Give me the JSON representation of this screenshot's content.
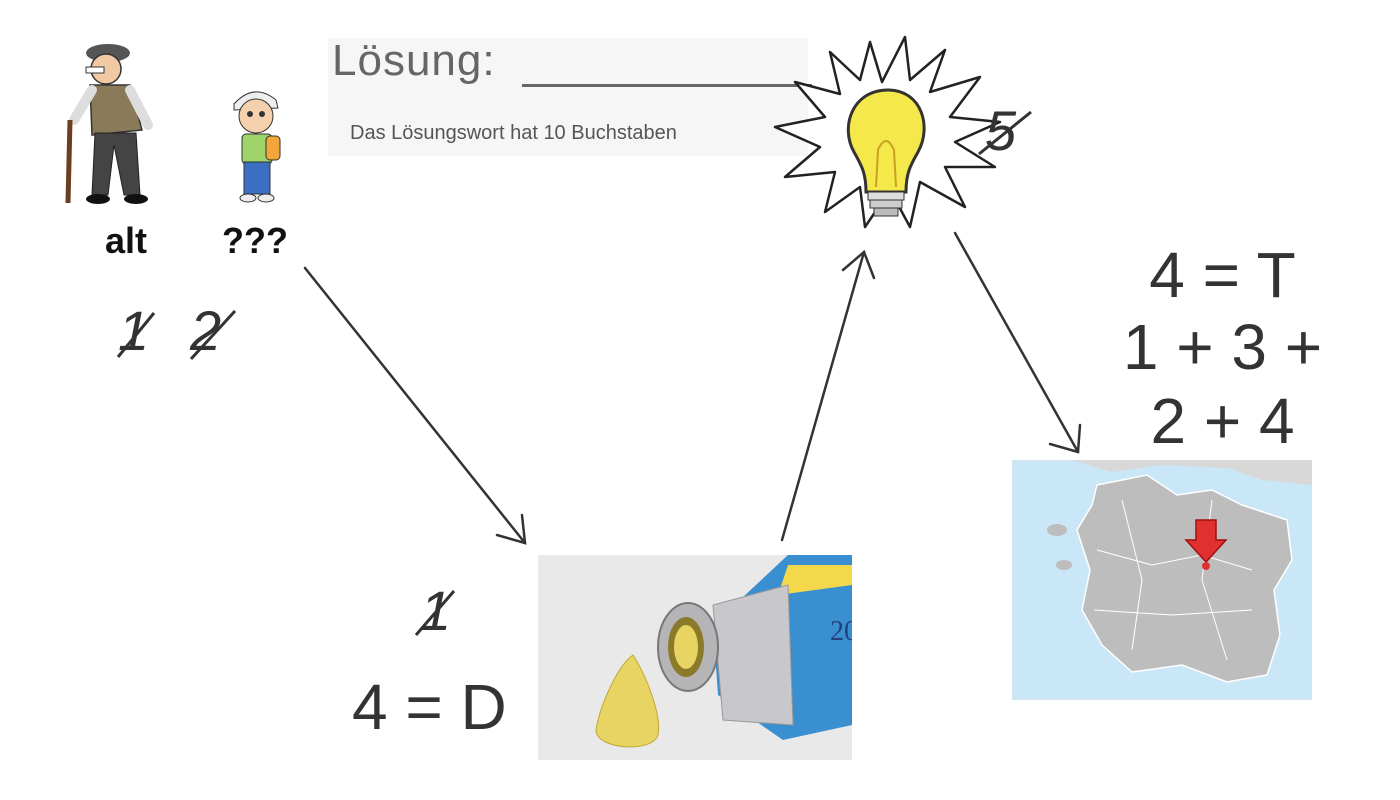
{
  "solution": {
    "title": "Lösung:",
    "hint": "Das Lösungswort hat 10 Buchstaben"
  },
  "figures": {
    "old_label": "alt",
    "young_label": "???"
  },
  "digits": {
    "d1": "1",
    "d2": "2",
    "d_mustard": "1",
    "d_bulb": "5"
  },
  "mustard": {
    "rule": "4 = D",
    "tube_text": "20"
  },
  "map": {
    "rule_line1": "4 = T",
    "rule_line2": "1 + 3 +",
    "rule_line3": "2 + 4"
  },
  "colors": {
    "arrow": "#333333",
    "map_water": "#c9e7f7",
    "map_land": "#bdbdbd",
    "map_marker": "#e03030",
    "bulb_yellow": "#f5e84a",
    "mustard_yellow": "#e8d463",
    "tube_blue": "#3a8fd0"
  },
  "icons": [
    "old-man-icon",
    "boy-icon",
    "lightbulb-icon",
    "mustard-tube-icon",
    "map-icon",
    "arrow-icon"
  ]
}
